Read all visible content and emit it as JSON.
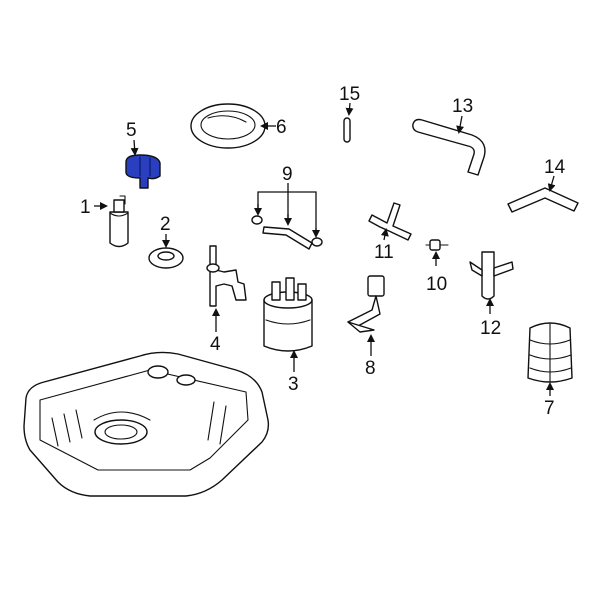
{
  "diagram": {
    "highlight_color": "#2a3fbf",
    "outline_color": "#111111",
    "background_color": "#ffffff",
    "highlighted_part": "5",
    "callouts": [
      "1",
      "2",
      "3",
      "4",
      "5",
      "6",
      "7",
      "8",
      "9",
      "10",
      "11",
      "12",
      "13",
      "14",
      "15"
    ]
  }
}
